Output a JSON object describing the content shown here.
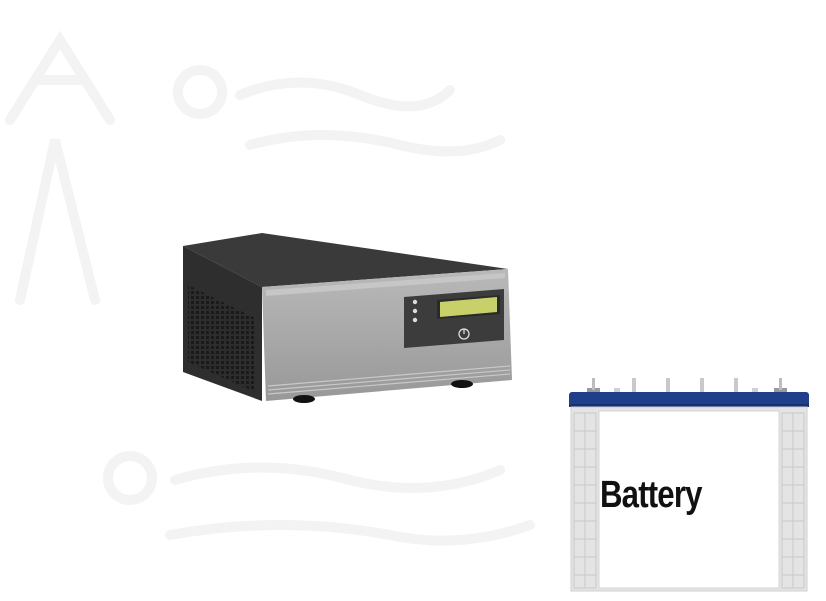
{
  "battery": {
    "label": "Battery"
  },
  "colors": {
    "background": "#ffffff",
    "inverter_top": "#3a3a3a",
    "inverter_side": "#2d2d2d",
    "inverter_front": "#a9a9a9",
    "lcd_screen": "#c8d06a",
    "battery_lid": "#1f3f8a",
    "battery_body": "#e4e4e4"
  },
  "icons": [
    "inverter-device",
    "battery-device",
    "power-button-icon",
    "status-led-icon"
  ]
}
